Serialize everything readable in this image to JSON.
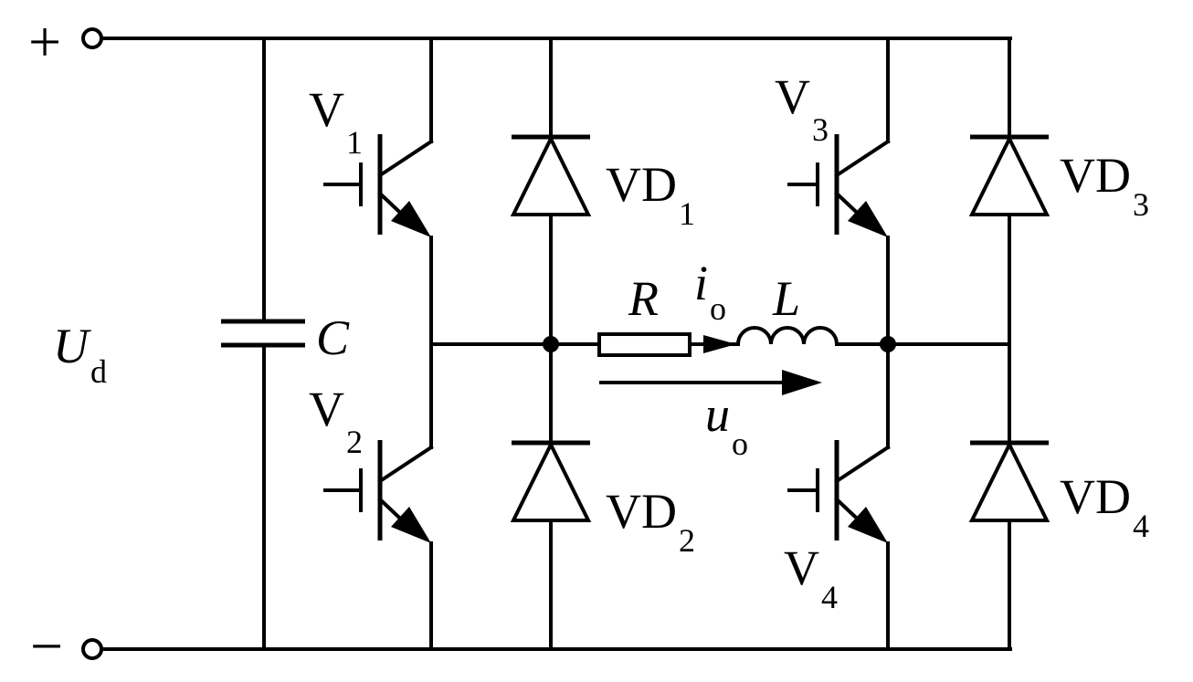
{
  "terminals": {
    "plus": "+",
    "minus": "−"
  },
  "labels": {
    "supply": {
      "main": "U",
      "sub": "d"
    },
    "capacitor": "C",
    "v1": {
      "main": "V",
      "sub": "1"
    },
    "v2": {
      "main": "V",
      "sub": "2"
    },
    "v3": {
      "main": "V",
      "sub": "3"
    },
    "v4": {
      "main": "V",
      "sub": "4"
    },
    "vd1": {
      "main": "VD",
      "sub": "1"
    },
    "vd2": {
      "main": "VD",
      "sub": "2"
    },
    "vd3": {
      "main": "VD",
      "sub": "3"
    },
    "vd4": {
      "main": "VD",
      "sub": "4"
    },
    "resistor": "R",
    "inductor": "L",
    "current": {
      "main": "i",
      "sub": "o"
    },
    "voltage": {
      "main": "u",
      "sub": "o"
    }
  }
}
